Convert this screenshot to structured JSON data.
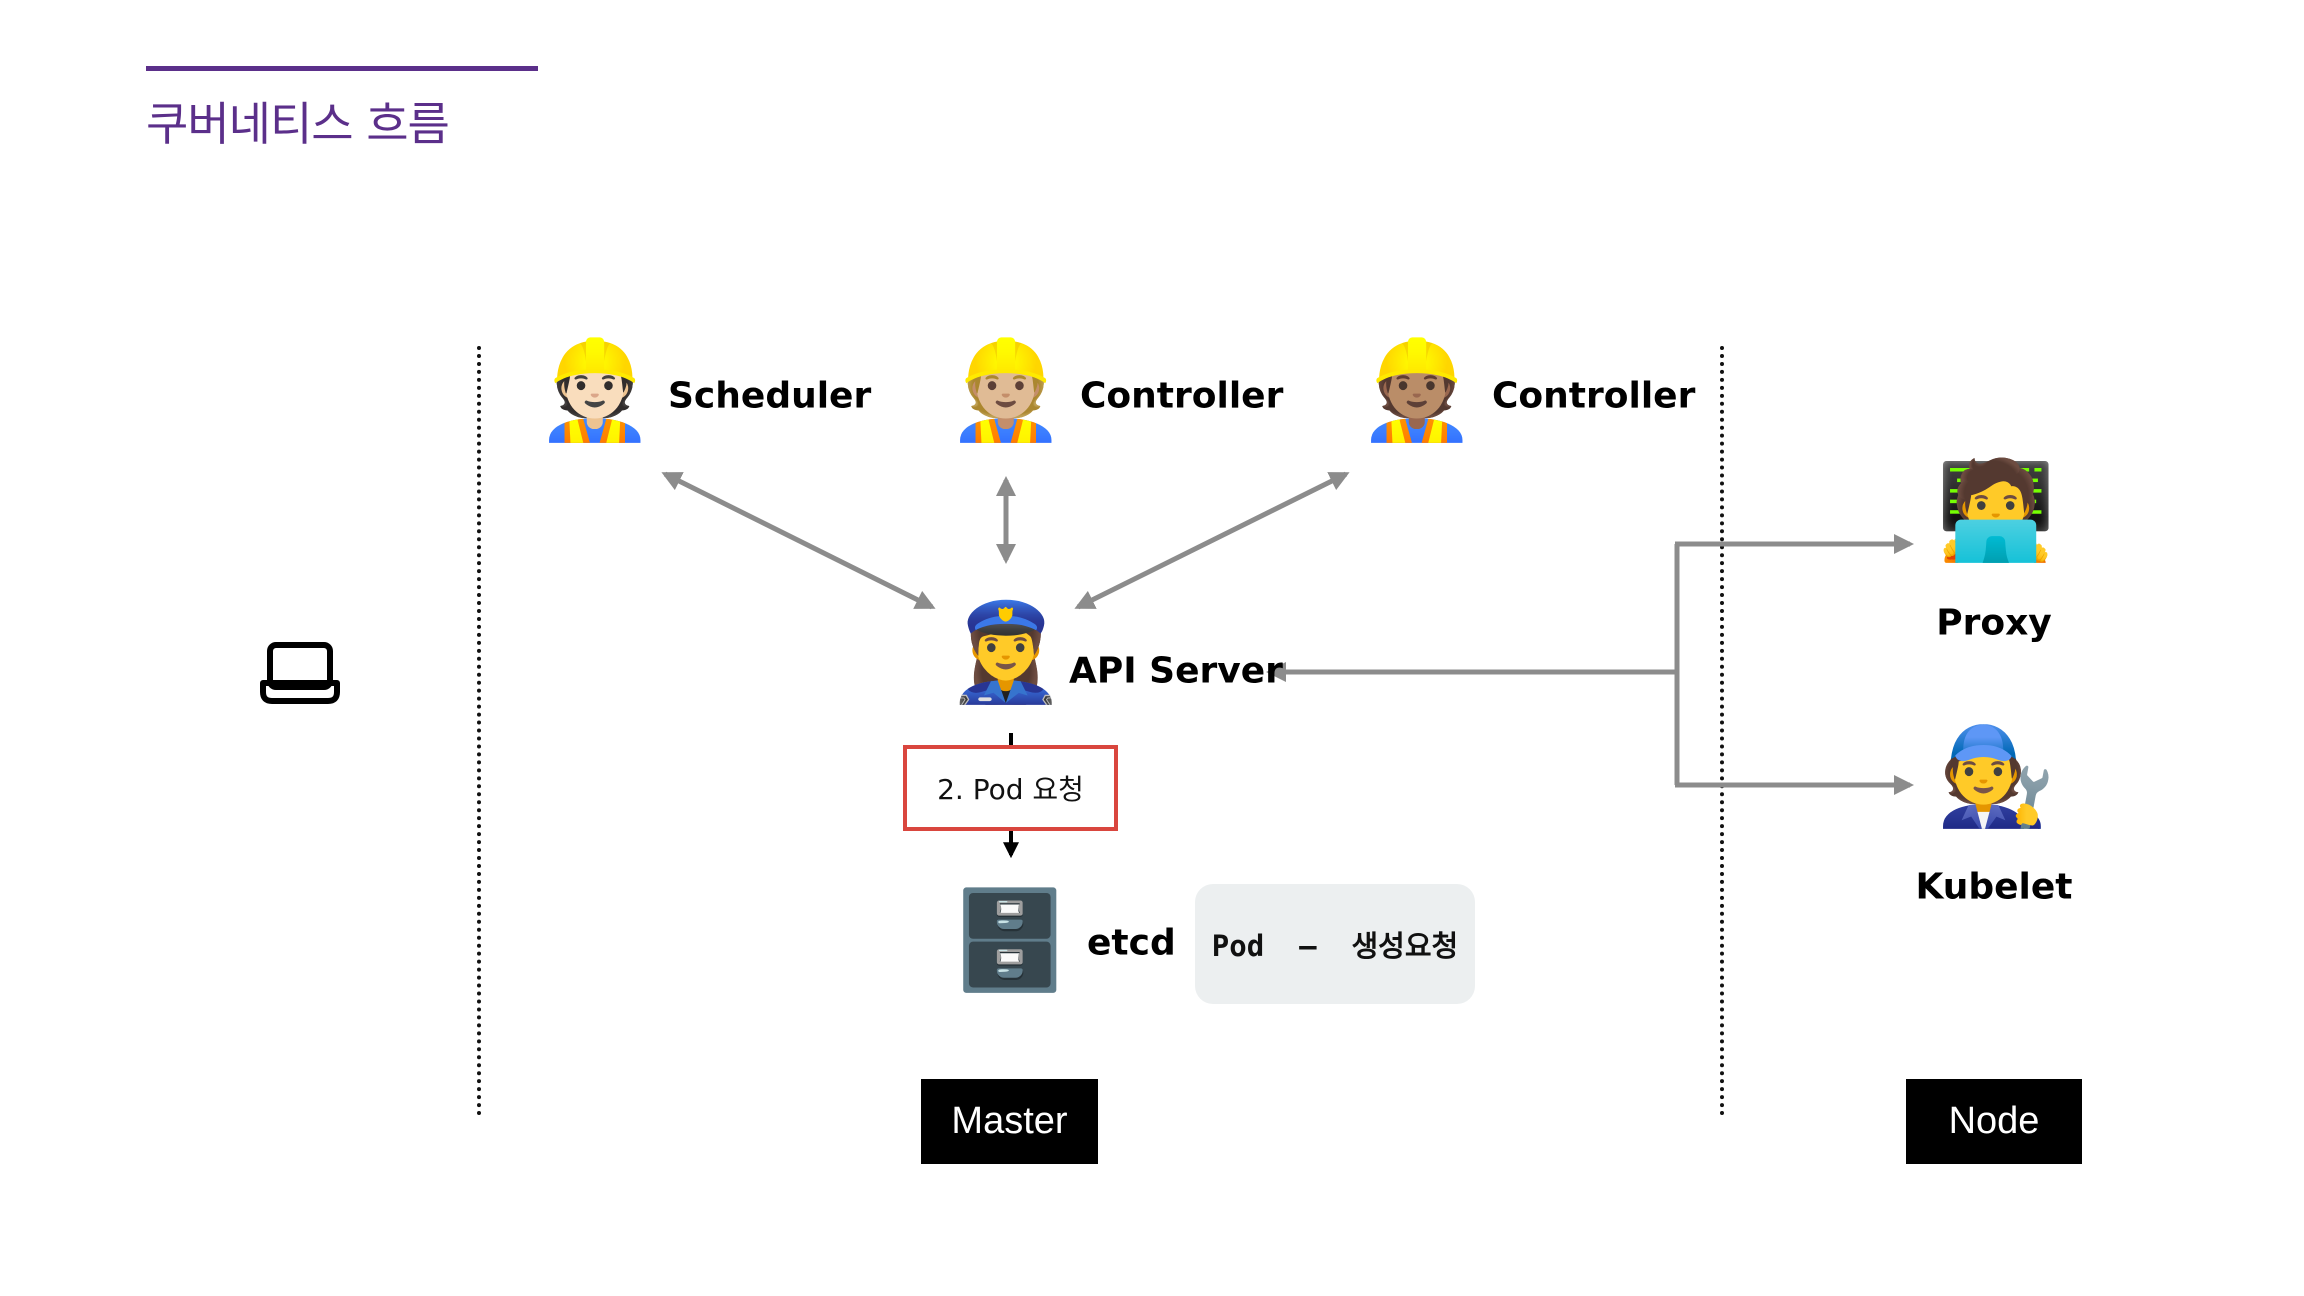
{
  "header": {
    "title": "쿠버네티스 흐름",
    "accent_color": "#5b2f8a"
  },
  "client": {
    "icon": "laptop-icon"
  },
  "master": {
    "components": [
      {
        "name": "Scheduler",
        "icon": "construction-worker-icon",
        "glyph": "👷🏻"
      },
      {
        "name": "Controller",
        "icon": "construction-worker-icon",
        "glyph": "👷🏼"
      },
      {
        "name": "Controller",
        "icon": "construction-worker-icon",
        "glyph": "👷🏽"
      }
    ],
    "api_server": {
      "name": "API Server",
      "icon": "police-officer-icon",
      "glyph": "👮‍♀️"
    },
    "step_label": "2. Pod 요청",
    "etcd": {
      "name": "etcd",
      "icon": "file-cabinet-icon",
      "glyph": "🗄️"
    },
    "etcd_record": "Pod  –  생성요청",
    "tag": "Master"
  },
  "node": {
    "components": [
      {
        "name": "Proxy",
        "icon": "technologist-icon",
        "glyph": "🧑‍💻"
      },
      {
        "name": "Kubelet",
        "icon": "mechanic-icon",
        "glyph": "🧑‍🔧"
      }
    ],
    "tag": "Node"
  },
  "colors": {
    "arrow": "#8c8c8c",
    "step_border": "#d9463e",
    "memo_bg": "#eceff0"
  }
}
